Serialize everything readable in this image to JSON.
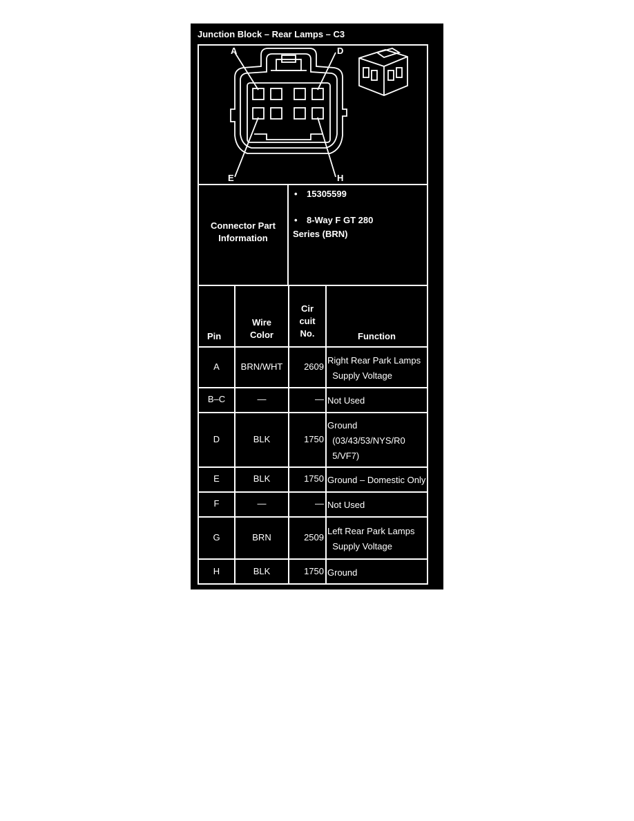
{
  "title": "Junction Block – Rear Lamps – C3",
  "diagram": {
    "pin_labels": {
      "a": "A",
      "d": "D",
      "e": "E",
      "h": "H"
    }
  },
  "connector_info": {
    "label_line1": "Connector Part",
    "label_line2": "Information",
    "bullet": "•",
    "part_number": "15305599",
    "desc_line1": "8-Way F GT 280",
    "desc_line2": "Series (BRN)"
  },
  "table": {
    "headers": {
      "pin": "Pin",
      "wire_line1": "Wire",
      "wire_line2": "Color",
      "circuit_line1": "Cir",
      "circuit_line2": "cuit",
      "circuit_line3": "No.",
      "function": "Function"
    },
    "rows": [
      {
        "pin": "A",
        "wire": "BRN/WHT",
        "circuit": "2609",
        "function_lines": [
          "Right Rear Park Lamps",
          "  Supply Voltage"
        ]
      },
      {
        "pin": "B–C",
        "wire": "—",
        "circuit": "—",
        "function_lines": [
          "Not Used"
        ]
      },
      {
        "pin": "D",
        "wire": "BLK",
        "circuit": "1750",
        "function_lines": [
          "Ground",
          "  (03/43/53/NYS/R0",
          "  5/VF7)"
        ]
      },
      {
        "pin": "E",
        "wire": "BLK",
        "circuit": "1750",
        "function_lines": [
          "Ground – Domestic Only"
        ]
      },
      {
        "pin": "F",
        "wire": "—",
        "circuit": "—",
        "function_lines": [
          "Not Used"
        ]
      },
      {
        "pin": "G",
        "wire": "BRN",
        "circuit": "2509",
        "function_lines": [
          "Left Rear Park Lamps",
          "  Supply Voltage"
        ]
      },
      {
        "pin": "H",
        "wire": "BLK",
        "circuit": "1750",
        "function_lines": [
          "Ground"
        ]
      }
    ]
  }
}
